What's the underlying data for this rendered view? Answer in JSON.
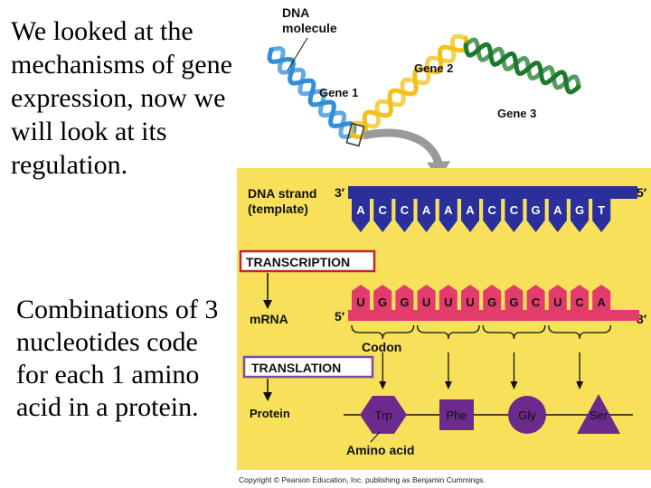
{
  "text": {
    "intro": "We looked at the mechanisms of gene expression, now we will look at its regulation.",
    "combo": "Combinations of 3 nucleotides code for each 1 amino acid in a protein."
  },
  "diagram": {
    "dna_molecule_label": [
      "DNA",
      "molecule"
    ],
    "gene1_label": "Gene 1",
    "gene2_label": "Gene 2",
    "gene3_label": "Gene 3",
    "dna_strand_label": [
      "DNA strand",
      "(template)"
    ],
    "template_3prime": "3′",
    "template_5prime": "5′",
    "template_bases": [
      "A",
      "C",
      "C",
      "A",
      "A",
      "A",
      "C",
      "C",
      "G",
      "A",
      "G",
      "T"
    ],
    "transcription_label": "TRANSCRIPTION",
    "mrna_label": "mRNA",
    "mrna_5prime": "5′",
    "mrna_3prime": "3′",
    "mrna_bases": [
      "U",
      "G",
      "G",
      "U",
      "U",
      "U",
      "G",
      "G",
      "C",
      "U",
      "C",
      "A"
    ],
    "codon_label": "Codon",
    "translation_label": "TRANSLATION",
    "protein_label": "Protein",
    "amino_acids": [
      "Trp",
      "Phe",
      "Gly",
      "Ser"
    ],
    "amino_acid_label": "Amino acid",
    "copyright": "Copyright © Pearson Education, Inc. publishing as Benjamin Cummings."
  },
  "colors": {
    "panel_yellow": "#f7e05a",
    "template_blue": "#2b2f9c",
    "mrna_pink": "#e23b6c",
    "protein_purple": "#6b2a8c",
    "gene1_blue": "#2f8fd8",
    "gene2_yellow": "#f2c21a",
    "gene3_green": "#1d7a2c"
  }
}
